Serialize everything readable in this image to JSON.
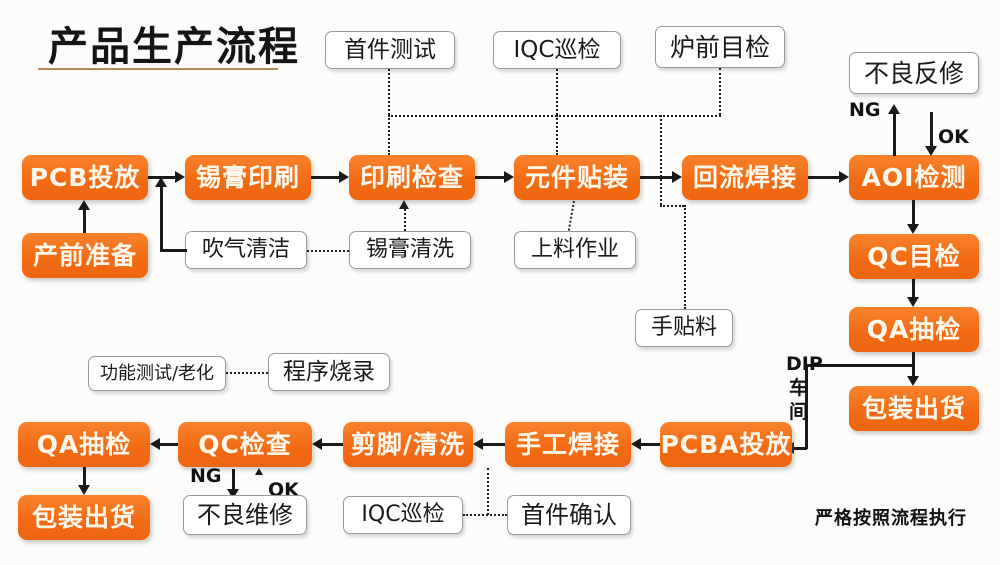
{
  "header": {
    "title": "产品生产流程"
  },
  "footer": {
    "note": "严格按照流程执行"
  },
  "smt_line": {
    "nodes": [
      {
        "id": "pcb-loading",
        "label": "PCB投放"
      },
      {
        "id": "solder-paste-print",
        "label": "锡膏印刷"
      },
      {
        "id": "print-inspection",
        "label": "印刷检查"
      },
      {
        "id": "component-mount",
        "label": "元件贴装"
      },
      {
        "id": "reflow-solder",
        "label": "回流焊接"
      },
      {
        "id": "aoi-inspection",
        "label": "AOI检测"
      }
    ],
    "pre_production": {
      "id": "pre-production",
      "label": "产前准备"
    }
  },
  "qa_column": {
    "nodes": [
      {
        "id": "qc-visual",
        "label": "QC目检"
      },
      {
        "id": "qa-sampling",
        "label": "QA抽检"
      },
      {
        "id": "packing-shipping",
        "label": "包装出货"
      }
    ]
  },
  "dip_line": {
    "nodes": [
      {
        "id": "pcba-loading",
        "label": "PCBA投放"
      },
      {
        "id": "manual-solder",
        "label": "手工焊接"
      },
      {
        "id": "cut-clean",
        "label": "剪脚/清洗"
      },
      {
        "id": "qc-check",
        "label": "QC检查"
      },
      {
        "id": "qa-sampling-dip",
        "label": "QA抽检"
      },
      {
        "id": "packing-shipping-dip",
        "label": "包装出货"
      }
    ]
  },
  "aux_nodes": [
    {
      "id": "first-article-test",
      "label": "首件测试"
    },
    {
      "id": "iqc-patrol-top",
      "label": "IQC巡检"
    },
    {
      "id": "pre-furnace-visual",
      "label": "炉前目检"
    },
    {
      "id": "defect-rework",
      "label": "不良反修"
    },
    {
      "id": "air-blow-clean",
      "label": "吹气清洁"
    },
    {
      "id": "paste-clean",
      "label": "锡膏清洗"
    },
    {
      "id": "feeding-work",
      "label": "上料作业"
    },
    {
      "id": "manual-placement",
      "label": "手贴料"
    },
    {
      "id": "function-test-aging",
      "label": "功能测试/老化"
    },
    {
      "id": "program-burn",
      "label": "程序烧录"
    },
    {
      "id": "defect-repair",
      "label": "不良维修"
    },
    {
      "id": "iqc-patrol-bottom",
      "label": "IQC巡检"
    },
    {
      "id": "first-article-confirm",
      "label": "首件确认"
    }
  ],
  "edge_labels": {
    "aoi_ng": "NG",
    "aoi_ok": "OK",
    "qc_ng": "NG",
    "qc_ok": "OK",
    "dip_workshop_line1": "DIP",
    "dip_workshop_line2": "车",
    "dip_workshop_line3": "间"
  },
  "colors": {
    "node_fill": "#F26C14",
    "node_text": "#FFF7EC",
    "aux_fill": "#FFFFFF",
    "aux_border": "#9A9A9A",
    "connector": "#1A1A1A",
    "title_rule": "#B08A55",
    "background": "#FDFCFA"
  }
}
